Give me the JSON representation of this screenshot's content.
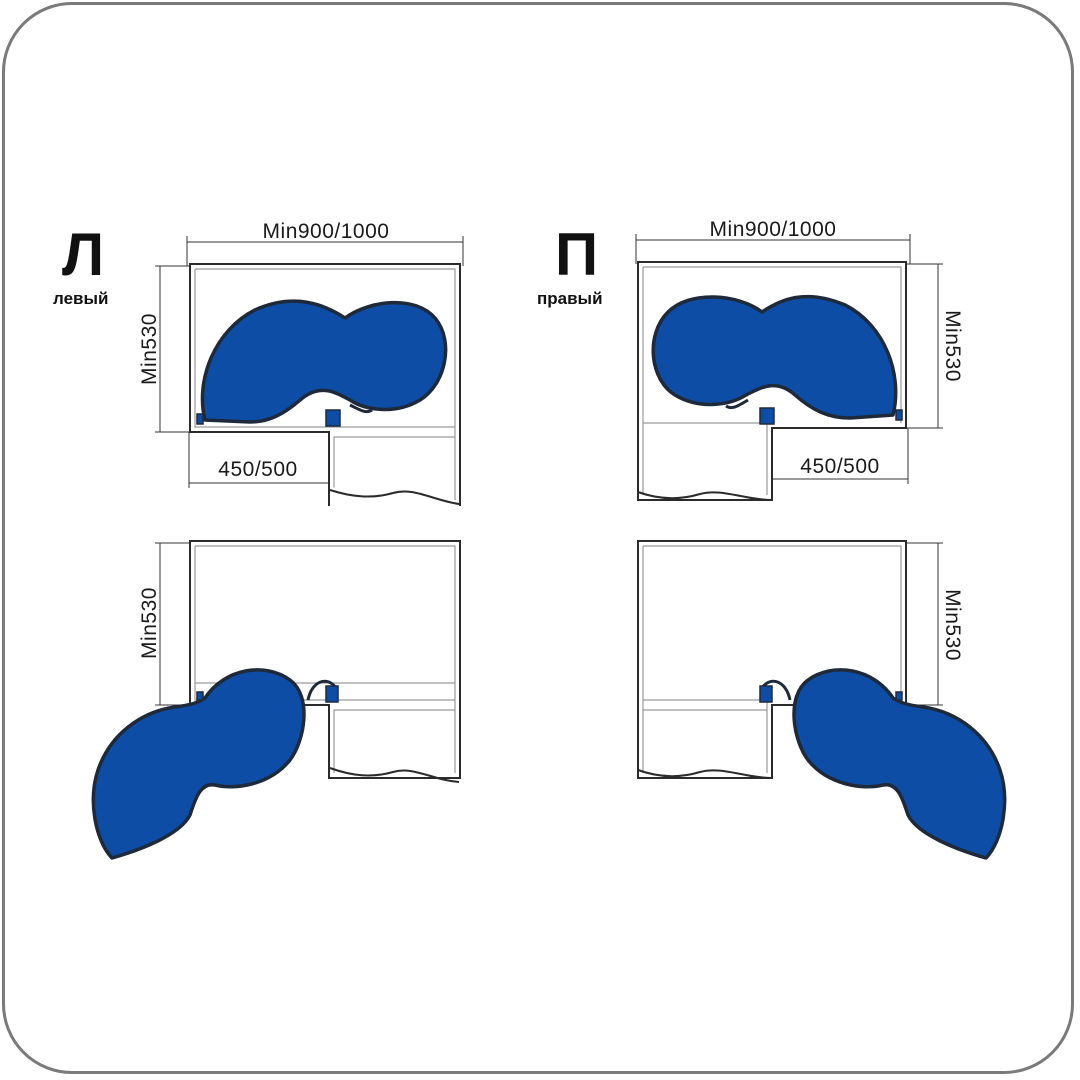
{
  "colors": {
    "tray_fill": "#0d4da6",
    "tray_outline": "#1e2a3a",
    "frame_border": "#7a7a7a"
  },
  "left_variant": {
    "letter": "Л",
    "caption": "левый",
    "width_label": "Min900/1000",
    "depth_label": "Min530",
    "opening_label": "450/500",
    "lower_depth_label": "Min530"
  },
  "right_variant": {
    "letter": "П",
    "caption": "правый",
    "width_label": "Min900/1000",
    "depth_label": "Min530",
    "opening_label": "450/500",
    "lower_depth_label": "Min530"
  },
  "icons": [
    "kidney-tray-icon",
    "hinge-mechanism-icon"
  ]
}
